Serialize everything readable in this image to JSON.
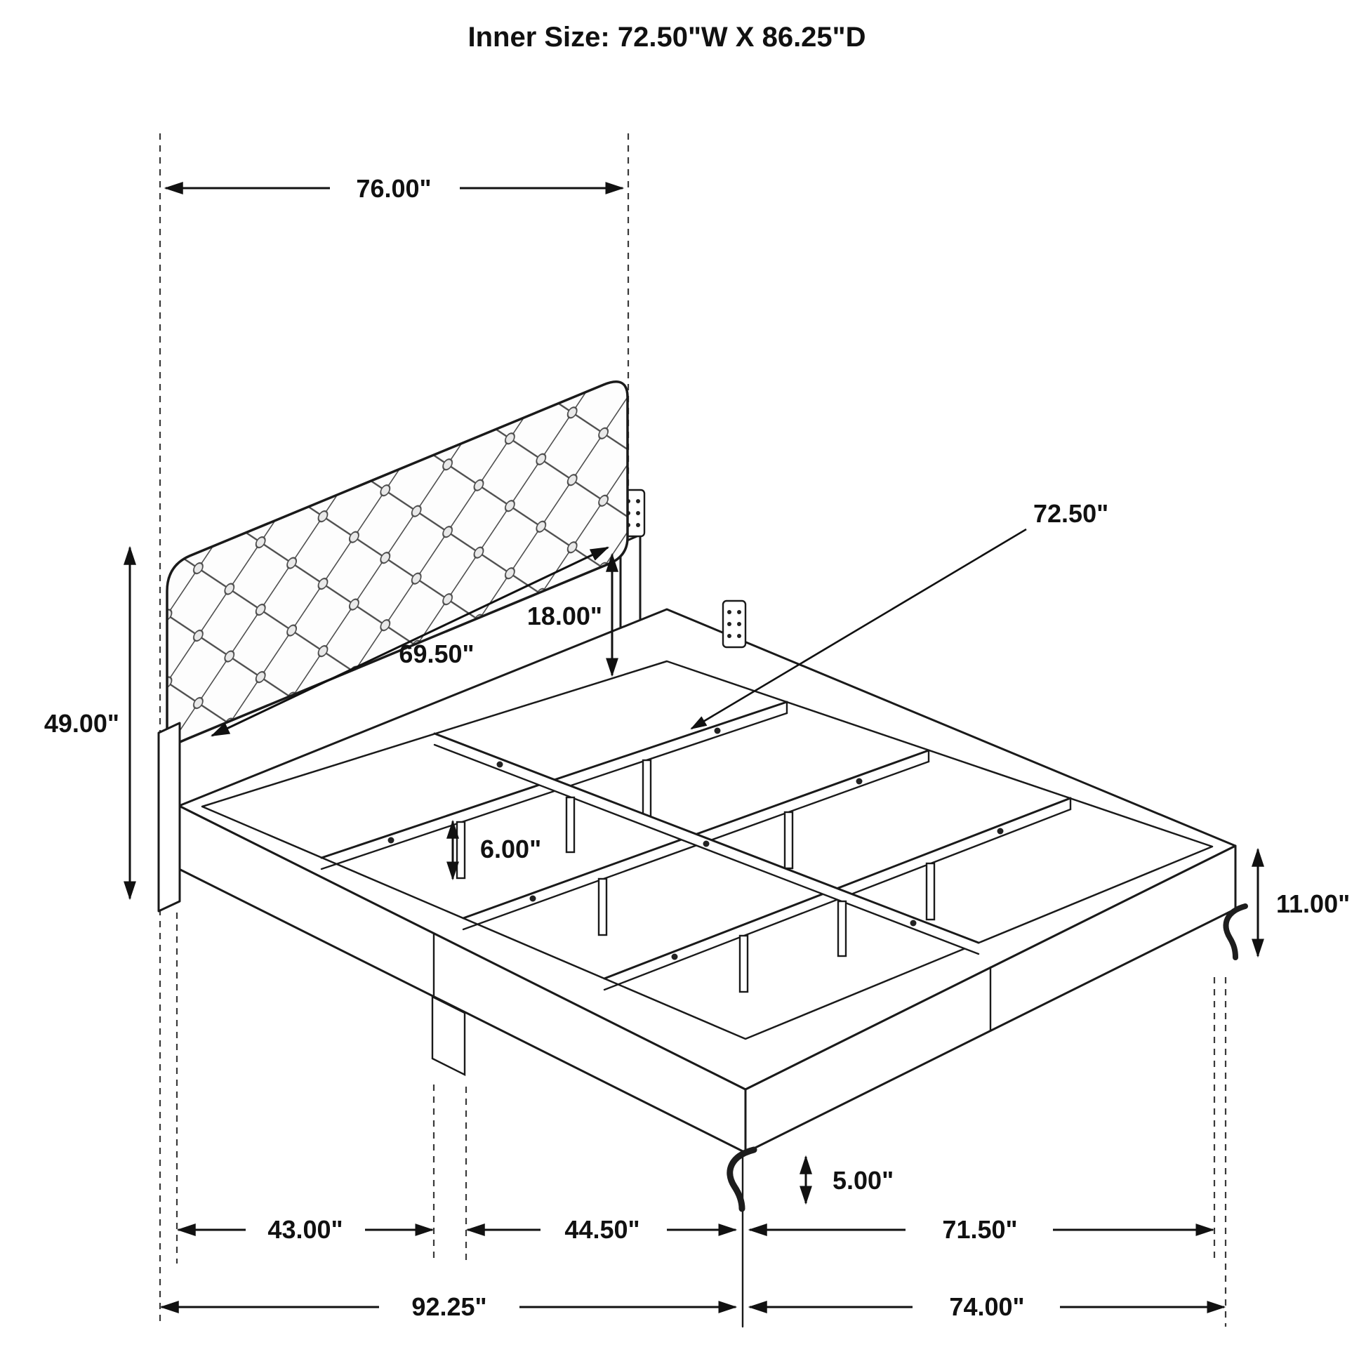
{
  "title": "Inner Size: 72.50\"W X 86.25\"D",
  "colors": {
    "ink": "#1a1a1a",
    "background": "#ffffff"
  },
  "dimensions": {
    "headboard_width": "76.00\"",
    "headboard_height": "49.00\"",
    "headboard_panel_width": "69.50\"",
    "headboard_clearance": "18.00\"",
    "inner_width": "72.50\"",
    "slat_leg_height": "6.00\"",
    "frame_height": "11.00\"",
    "foot_leg_height": "5.00\"",
    "section_left": "43.00\"",
    "section_middle": "44.50\"",
    "section_right": "71.50\"",
    "overall_depth": "92.25\"",
    "overall_width": "74.00\""
  }
}
